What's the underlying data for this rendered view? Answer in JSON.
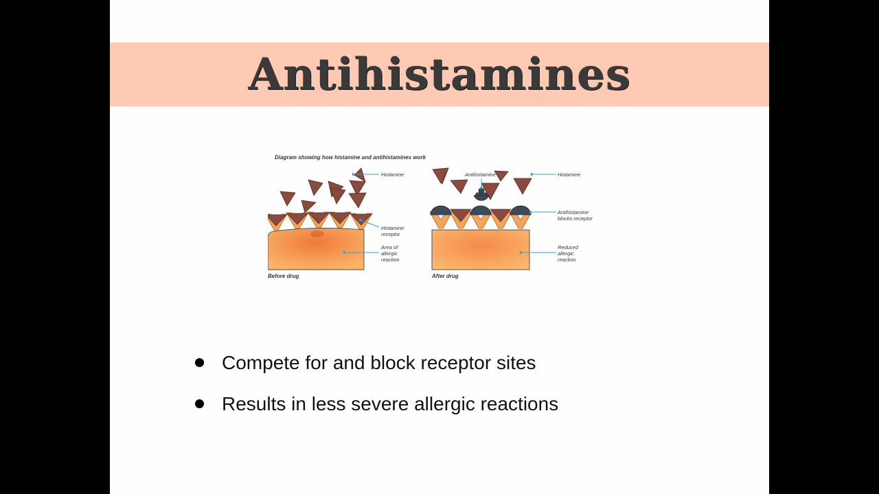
{
  "slide": {
    "title": "Antihistamines",
    "bullets": [
      "Compete for and block receptor sites",
      "Results in less severe allergic reactions"
    ]
  },
  "diagram": {
    "caption": "Diagram showing how histamine and antihistamines work",
    "before": {
      "panel_label": "Before drug",
      "labels": {
        "histamine": "Histamine",
        "receptor_line1": "Histamine",
        "receptor_line2": "receptor",
        "area_line1": "Area of",
        "area_line2": "allergic",
        "area_line3": "reaction"
      }
    },
    "after": {
      "panel_label": "After drug",
      "labels": {
        "antihistamine": "Antihistamine",
        "histamine": "Histamine",
        "blocks_line1": "Antihistamine",
        "blocks_line2": "blocks receptor",
        "reduced_line1": "Reduced",
        "reduced_line2": "allergic",
        "reduced_line3": "reaction"
      }
    }
  },
  "colors": {
    "title_band": "#fecab3",
    "histamine": "#8a4a3e",
    "receptor": "#f3a65a",
    "antihistamine": "#3d4a5a",
    "cell": "#f7a75d",
    "arrow": "#3aa0c8"
  }
}
